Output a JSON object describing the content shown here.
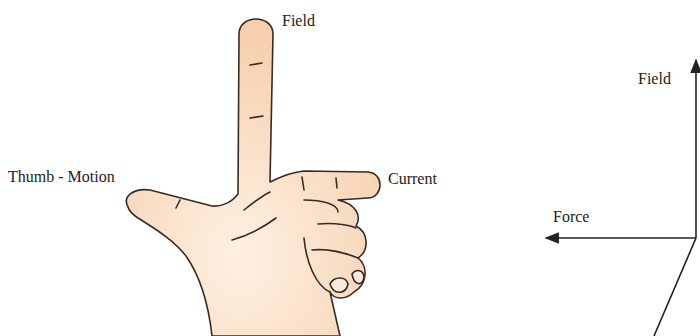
{
  "diagram": {
    "labels": [
      "Field",
      "Thumb - Motion",
      "Current",
      "Field",
      "Force"
    ]
  }
}
